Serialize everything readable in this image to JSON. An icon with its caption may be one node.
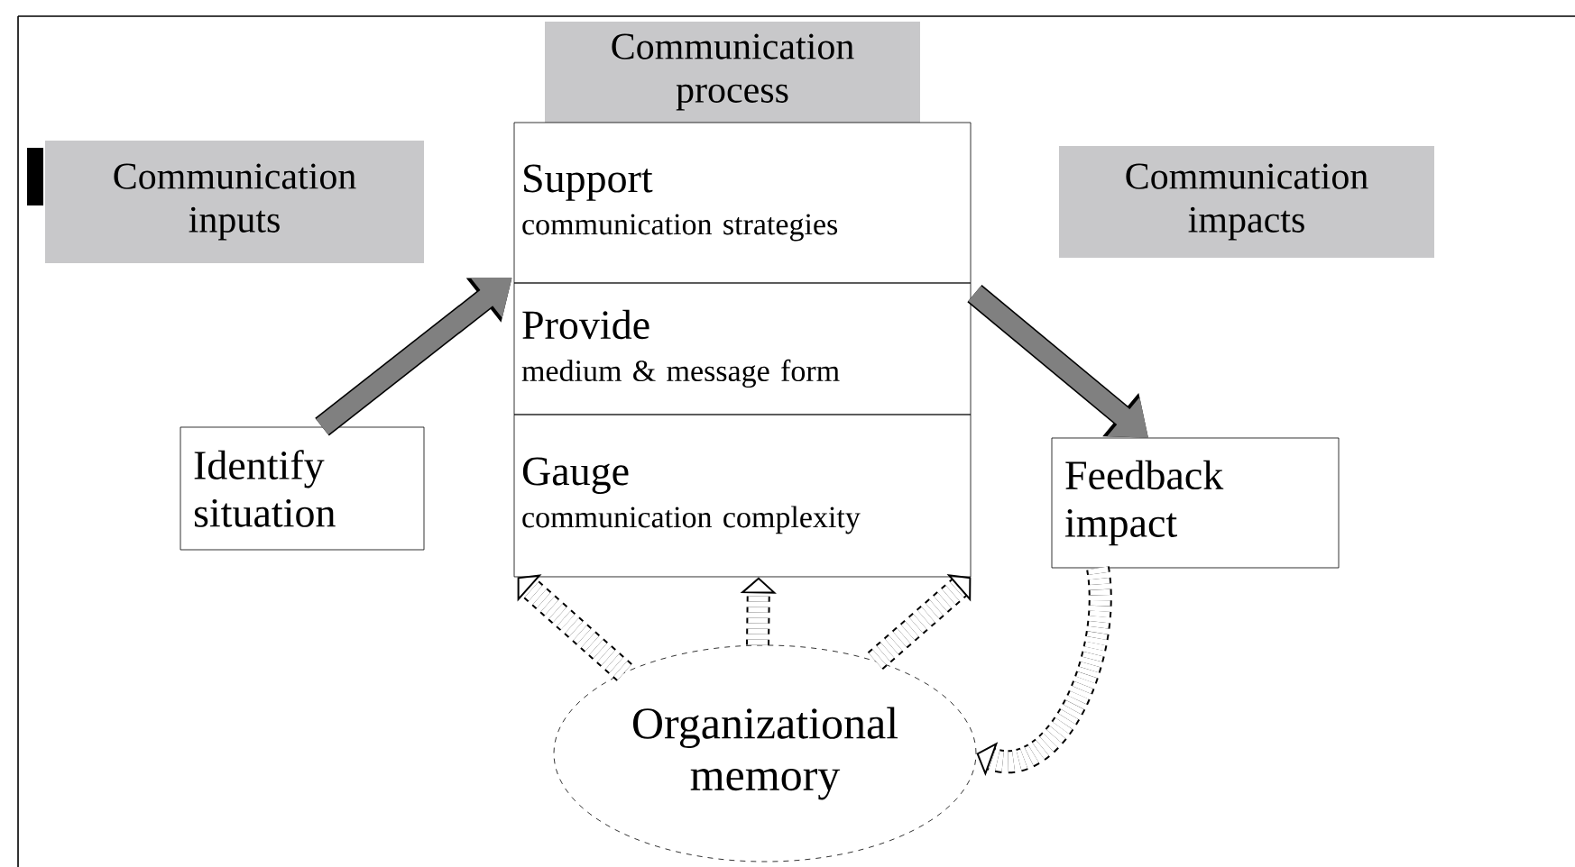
{
  "diagram": {
    "nodes": [
      {
        "text": [
          "Communication inputs"
        ]
      },
      {
        "text": [
          "Communication process"
        ]
      },
      {
        "text": [
          "Communication impacts"
        ]
      },
      {
        "text": [
          "Support",
          "communication strategies"
        ]
      },
      {
        "text": [
          "Provide",
          "medium & message form"
        ]
      },
      {
        "text": [
          "Gauge",
          "communication complexity"
        ]
      },
      {
        "text": [
          "Identify situation"
        ]
      },
      {
        "text": [
          "Feedback impact"
        ]
      },
      {
        "text": [
          "Organizational memory"
        ]
      }
    ],
    "edges": [
      {
        "from": 6,
        "to": 3,
        "arrow": "to",
        "color": "#808080"
      },
      {
        "from": 4,
        "to": 7,
        "arrow": "to",
        "color": "#808080"
      },
      {
        "from": 8,
        "to": 5,
        "arrow": "to",
        "style": "dashed"
      },
      {
        "from": 8,
        "to": 5,
        "arrow": "to",
        "style": "dashed"
      },
      {
        "from": 8,
        "to": 5,
        "arrow": "to",
        "style": "dashed"
      },
      {
        "from": 7,
        "to": 8,
        "arrow": "to",
        "style": "dashed"
      }
    ]
  }
}
